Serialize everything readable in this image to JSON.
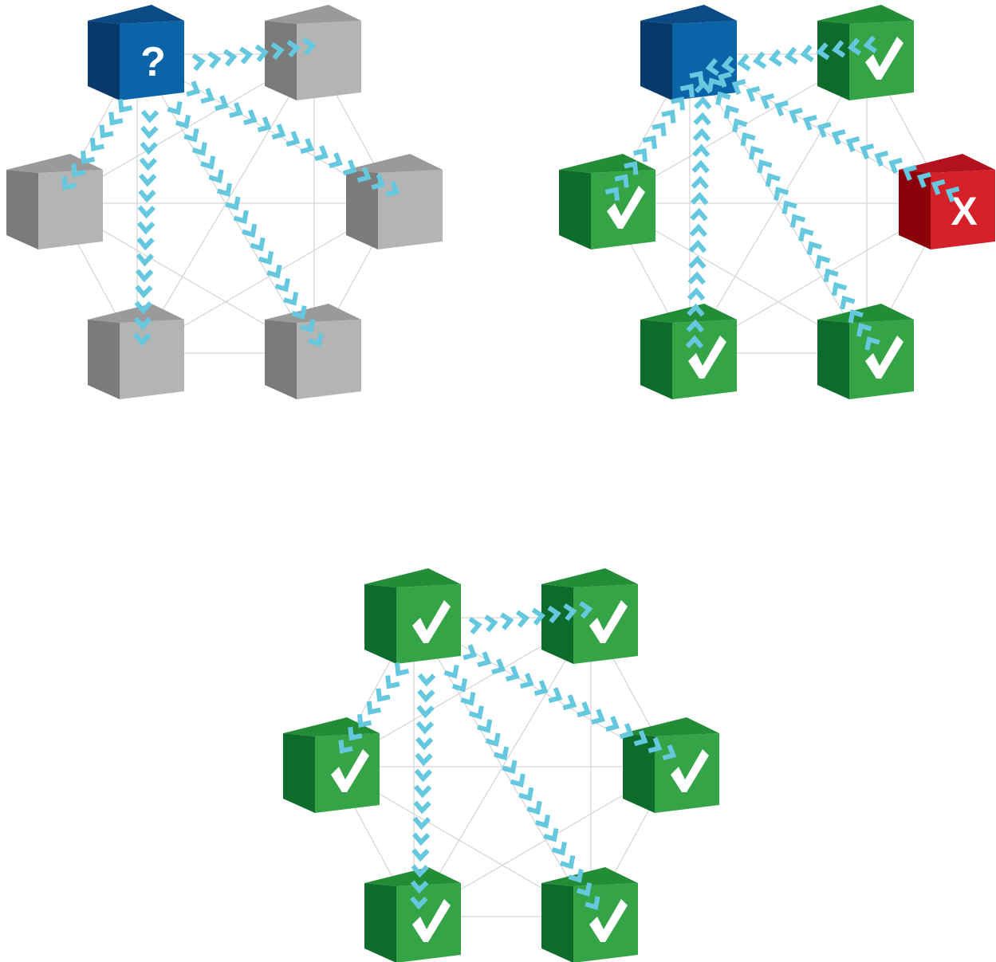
{
  "colors": {
    "chevron": "#66c8df",
    "edge": "#d6d6d6",
    "gray": {
      "top": "#9a9a9a",
      "left": "#7b7b7b",
      "front": "#b3b4b4"
    },
    "blue": {
      "top": "#0a4a85",
      "left": "#053a6b",
      "front": "#0b64a8"
    },
    "green": {
      "top": "#238c37",
      "left": "#0d6c2b",
      "front": "#34a447"
    },
    "red": {
      "top": "#b2121d",
      "left": "#8a030b",
      "front": "#d4212a"
    },
    "glyph": "#ffffff"
  },
  "panels": [
    {
      "name": "panel-query",
      "nodes": [
        {
          "state": "blue",
          "mark": "question"
        },
        {
          "state": "gray",
          "mark": ""
        },
        {
          "state": "gray",
          "mark": ""
        },
        {
          "state": "gray",
          "mark": ""
        },
        {
          "state": "gray",
          "mark": ""
        },
        {
          "state": "gray",
          "mark": ""
        }
      ],
      "direction": "outgoing"
    },
    {
      "name": "panel-responses",
      "nodes": [
        {
          "state": "blue",
          "mark": ""
        },
        {
          "state": "green",
          "mark": "check"
        },
        {
          "state": "red",
          "mark": "cross"
        },
        {
          "state": "green",
          "mark": "check"
        },
        {
          "state": "green",
          "mark": "check"
        },
        {
          "state": "green",
          "mark": "check"
        }
      ],
      "direction": "incoming"
    },
    {
      "name": "panel-commit",
      "nodes": [
        {
          "state": "green",
          "mark": "check"
        },
        {
          "state": "green",
          "mark": "check"
        },
        {
          "state": "green",
          "mark": "check"
        },
        {
          "state": "green",
          "mark": "check"
        },
        {
          "state": "green",
          "mark": "check"
        },
        {
          "state": "green",
          "mark": "check"
        }
      ],
      "direction": "outgoing"
    }
  ],
  "glyphs": {
    "question": "?",
    "cross": "X"
  }
}
